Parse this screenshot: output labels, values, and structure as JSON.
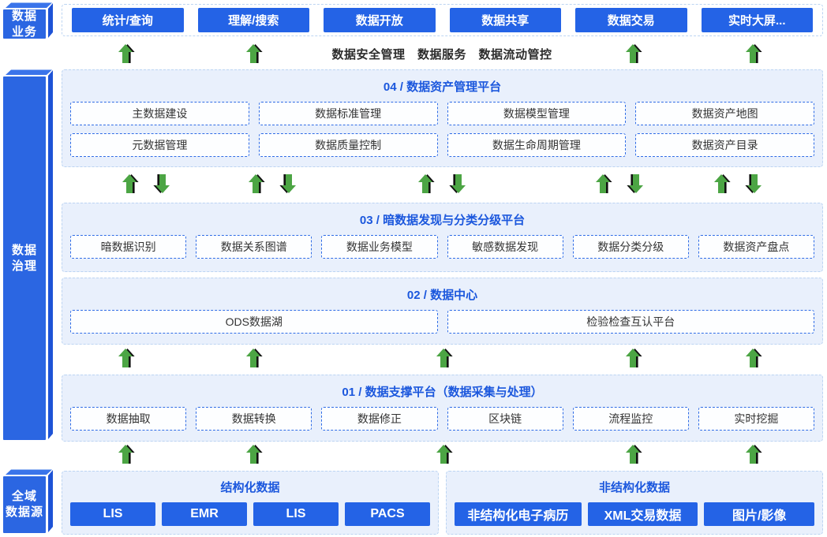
{
  "side_labels": [
    {
      "name": "数据业务",
      "line1": "数据",
      "line2": "业务"
    },
    {
      "name": "数据治理",
      "line1": "数据",
      "line2": "治理"
    },
    {
      "name": "全域数据源",
      "line1": "全域",
      "line2": "数据源"
    }
  ],
  "business_layer": {
    "buttons": [
      "统计/查询",
      "理解/搜索",
      "数据开放",
      "数据共享",
      "数据交易",
      "实时大屏..."
    ]
  },
  "flow_caption": "数据安全管理　数据服务　数据流动管控",
  "platforms": [
    {
      "title": "04 / 数据资产管理平台",
      "rows": [
        [
          "主数据建设",
          "数据标准管理",
          "数据模型管理",
          "数据资产地图"
        ],
        [
          "元数据管理",
          "数据质量控制",
          "数据生命周期管理",
          "数据资产目录"
        ]
      ]
    },
    {
      "title": "03 / 暗数据发现与分类分级平台",
      "rows": [
        [
          "暗数据识别",
          "数据关系图谱",
          "数据业务模型",
          "敏感数据发现",
          "数据分类分级",
          "数据资产盘点"
        ]
      ]
    },
    {
      "title": "02 / 数据中心",
      "rows": [
        [
          "ODS数据湖",
          "检验检查互认平台"
        ]
      ]
    },
    {
      "title": "01 / 数据支撑平台（数据采集与处理）",
      "rows": [
        [
          "数据抽取",
          "数据转换",
          "数据修正",
          "区块链",
          "流程监控",
          "实时挖掘"
        ]
      ]
    }
  ],
  "data_sources": [
    {
      "title": "结构化数据",
      "buttons": [
        "LIS",
        "EMR",
        "LIS",
        "PACS"
      ]
    },
    {
      "title": "非结构化数据",
      "buttons": [
        "非结构化电子病历",
        "XML交易数据",
        "图片/影像"
      ]
    }
  ],
  "colors": {
    "primary_blue": "#2463e6",
    "side_face_blue": "#2b66e2",
    "side_depth_blue": "#1e53d6",
    "panel_bg": "#e9f0fc",
    "panel_border": "#bcd4f2",
    "box_border": "#2f6ce6",
    "title_blue": "#1b57dd",
    "box_text": "#333333",
    "arrow_green": "#4ca544",
    "arrow_shadow": "#111111"
  }
}
